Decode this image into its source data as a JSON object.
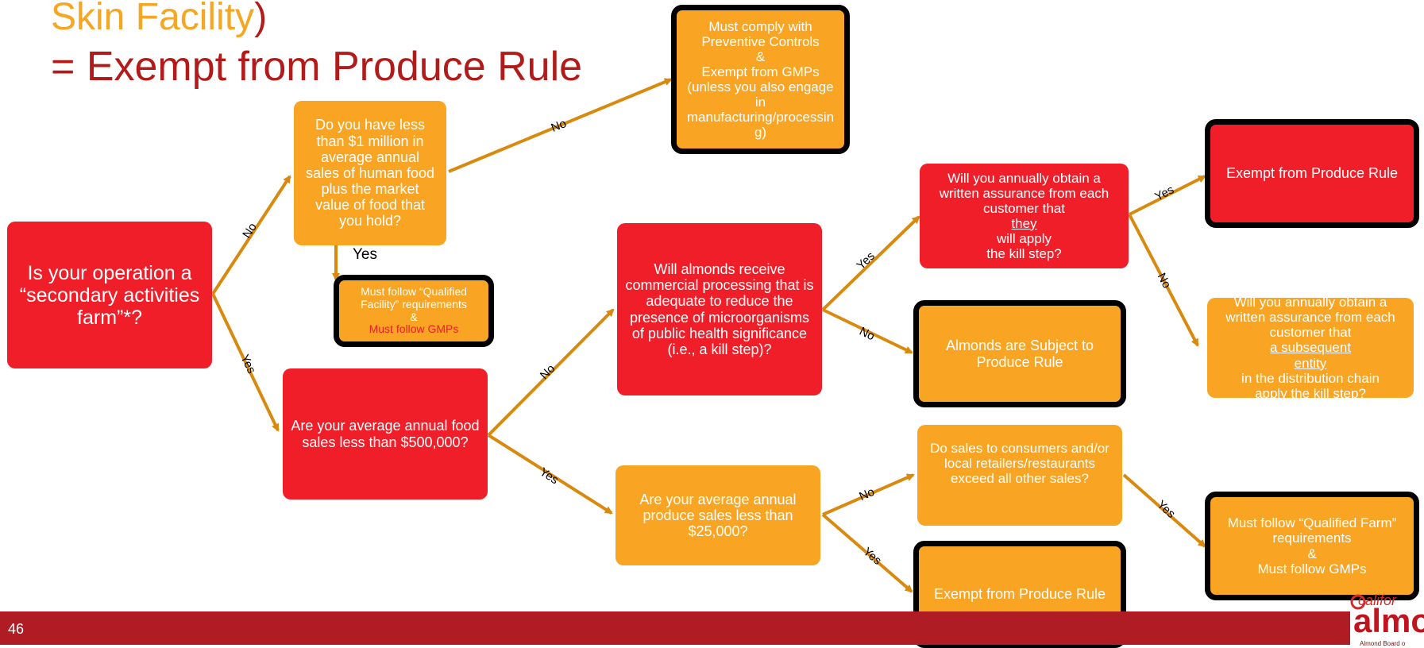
{
  "title": {
    "line1_text": "Skin Facility",
    "line1_paren": ")",
    "line2": "= Exempt from Produce Rule"
  },
  "boxes": {
    "secondary_q": [
      "Is your operation a",
      "“secondary activities",
      "farm”*?"
    ],
    "million_q": [
      "Do you have less",
      "than $1 million in",
      "average annual",
      "sales of human food",
      "plus the market",
      "value of food that",
      "you hold?"
    ],
    "preventive": [
      "Must comply with",
      "Preventive Controls",
      "&",
      "Exempt from GMPs",
      "(unless you also engage",
      "in",
      "manufacturing/processin",
      "g)"
    ],
    "qualified_facility": {
      "l1": "Must follow “Qualified",
      "l2": "Facility” requirements",
      "amp": "&",
      "gmp": "Must follow GMPs"
    },
    "food_sales_q": [
      "Are your average annual food",
      "sales less than $500,000?"
    ],
    "kill_step_q": [
      "Will almonds receive",
      "commercial processing that is",
      "adequate to reduce the",
      "presence of microorganisms",
      "of public health significance",
      "(i.e., a kill step)?"
    ],
    "produce_sales_q": [
      "Are your average annual",
      "produce sales less than",
      "$25,000?"
    ],
    "assurance_customer": {
      "a": "Will you annually obtain a",
      "b": "written assurance from each",
      "c": "customer that ",
      "d": "they",
      "e": " will apply",
      "f": "the kill step?"
    },
    "subject": [
      "Almonds are Subject to",
      "Produce Rule"
    ],
    "consumers_q": [
      "Do sales to consumers and/or",
      "local retailers/restaurants",
      "exceed all other sales?"
    ],
    "exempt_bottom": "Exempt from Produce Rule",
    "exempt_right": "Exempt from Produce Rule",
    "assurance_entity": {
      "a": "Will you annually obtain a",
      "b": "written assurance from each",
      "c": "customer that ",
      "d": "a subsequent",
      "e": "entity",
      "f": " in the distribution chain",
      "g": "apply the kill step?"
    },
    "qualified_farm": [
      "Must follow “Qualified Farm”",
      "requirements",
      "&",
      "Must follow GMPs"
    ]
  },
  "labels": {
    "no1": "No",
    "yes1": "Yes",
    "no_top": "No",
    "yes_plain": "Yes",
    "no_kill": "No",
    "yes_sales": "Yes",
    "yes_kill": "Yes",
    "no_kill2": "No",
    "yes_assure": "Yes",
    "no_assure": "No",
    "no_cons": "No",
    "yes_cons": "Yes",
    "yes_prod": "Yes"
  },
  "footer": {
    "page_number": "46"
  },
  "logo": {
    "small": "califor",
    "big": "almo",
    "sub": "Almond Board o"
  },
  "colors": {
    "red": "#f01e28",
    "orange": "#f9a423",
    "arrow": "#d98a0e",
    "footer": "#b01c23",
    "title_orange": "#f5a623",
    "title_red": "#b31b1b"
  }
}
